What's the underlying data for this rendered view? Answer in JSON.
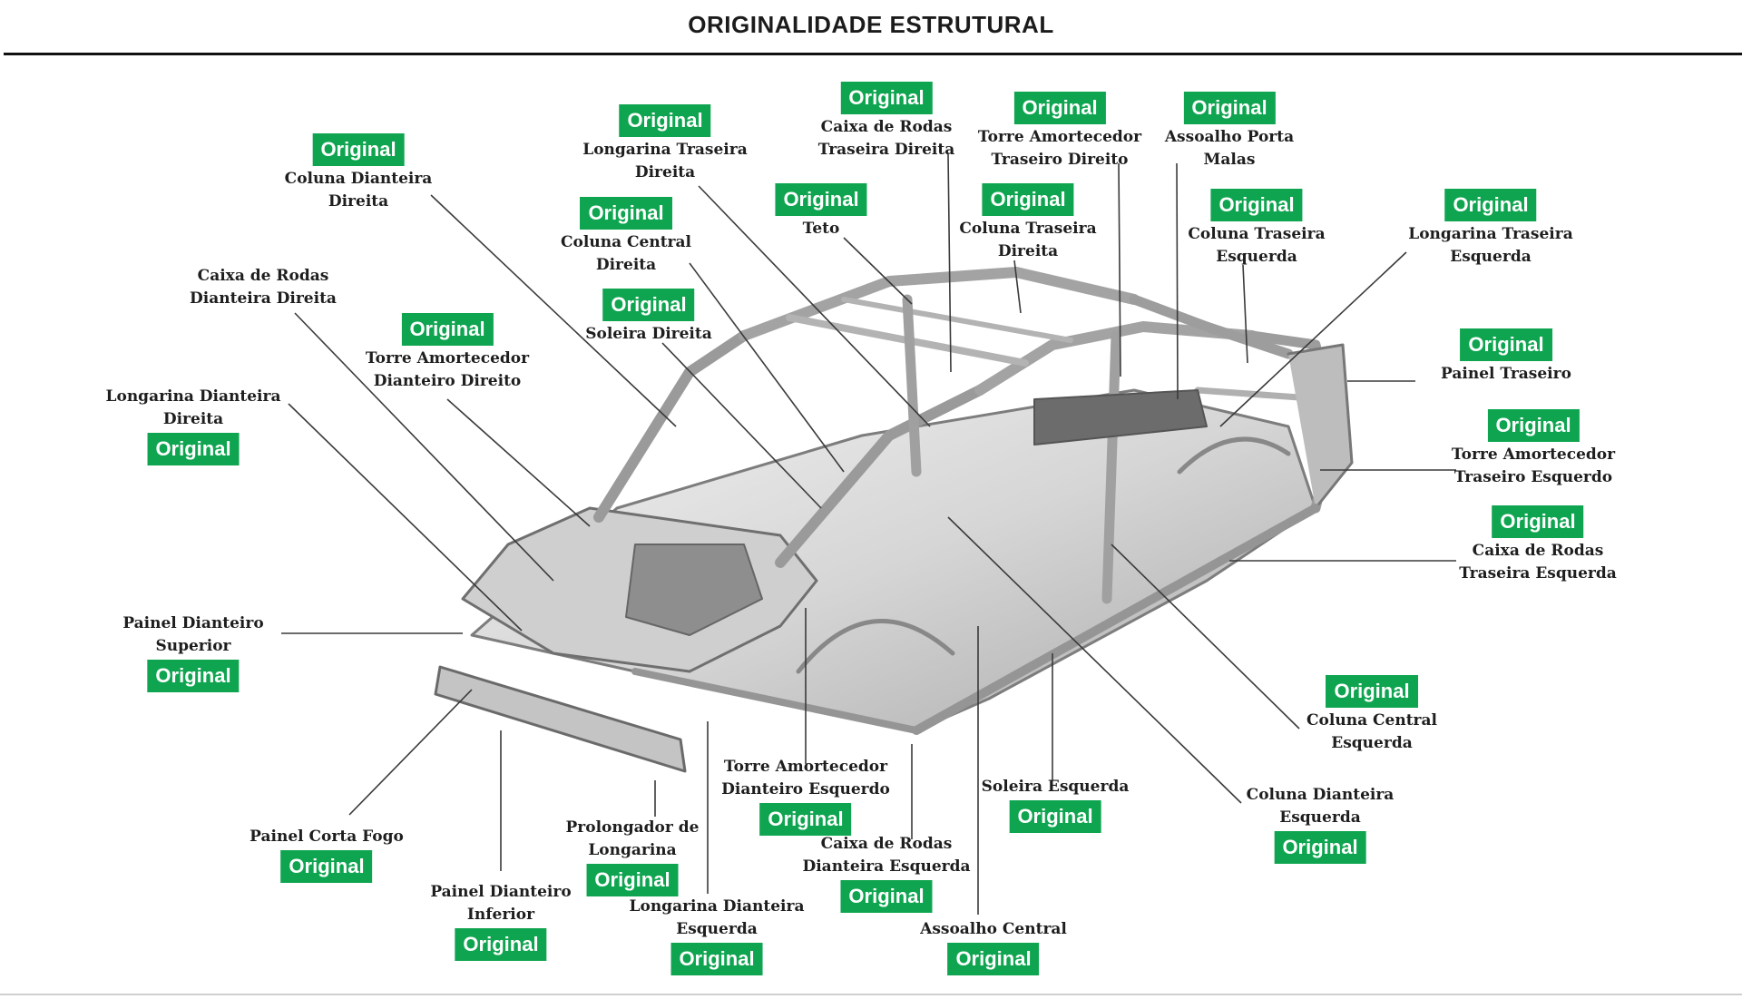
{
  "title": "ORIGINALIDADE ESTRUTURAL",
  "status_color": "#0fa550",
  "parts": [
    {
      "name": "Coluna Dianteira\nDireita",
      "status": "Original"
    },
    {
      "name": "Longarina Traseira\nDireita",
      "status": "Original"
    },
    {
      "name": "Caixa de Rodas\nTraseira Direita",
      "status": "Original"
    },
    {
      "name": "Torre Amortecedor\nTraseiro Direito",
      "status": "Original"
    },
    {
      "name": "Assoalho Porta\nMalas",
      "status": "Original"
    },
    {
      "name": "Coluna Central\nDireita",
      "status": "Original"
    },
    {
      "name": "Teto",
      "status": "Original"
    },
    {
      "name": "Coluna Traseira\nDireita",
      "status": "Original"
    },
    {
      "name": "Coluna Traseira\nEsquerda",
      "status": "Original"
    },
    {
      "name": "Longarina Traseira\nEsquerda",
      "status": "Original"
    },
    {
      "name": "Caixa de Rodas\nDianteira Direita",
      "status": ""
    },
    {
      "name": "Soleira Direita",
      "status": "Original"
    },
    {
      "name": "Torre Amortecedor\nDianteiro Direito",
      "status": "Original"
    },
    {
      "name": "Painel Traseiro",
      "status": "Original"
    },
    {
      "name": "Longarina Dianteira\nDireita",
      "status": "Original"
    },
    {
      "name": "Torre Amortecedor\nTraseiro Esquerdo",
      "status": "Original"
    },
    {
      "name": "Caixa de Rodas\nTraseira Esquerda",
      "status": "Original"
    },
    {
      "name": "Painel Dianteiro\nSuperior",
      "status": "Original"
    },
    {
      "name": "Coluna Central\nEsquerda",
      "status": "Original"
    },
    {
      "name": "Torre Amortecedor\nDianteiro Esquerdo",
      "status": "Original"
    },
    {
      "name": "Soleira Esquerda",
      "status": "Original"
    },
    {
      "name": "Coluna Dianteira\nEsquerda",
      "status": "Original"
    },
    {
      "name": "Painel Corta Fogo",
      "status": "Original"
    },
    {
      "name": "Prolongador de\nLongarina",
      "status": "Original"
    },
    {
      "name": "Caixa de Rodas\nDianteira Esquerda",
      "status": "Original"
    },
    {
      "name": "Painel Dianteiro\nInferior",
      "status": "Original"
    },
    {
      "name": "Longarina Dianteira\nEsquerda",
      "status": "Original"
    },
    {
      "name": "Assoalho Central",
      "status": "Original"
    }
  ]
}
